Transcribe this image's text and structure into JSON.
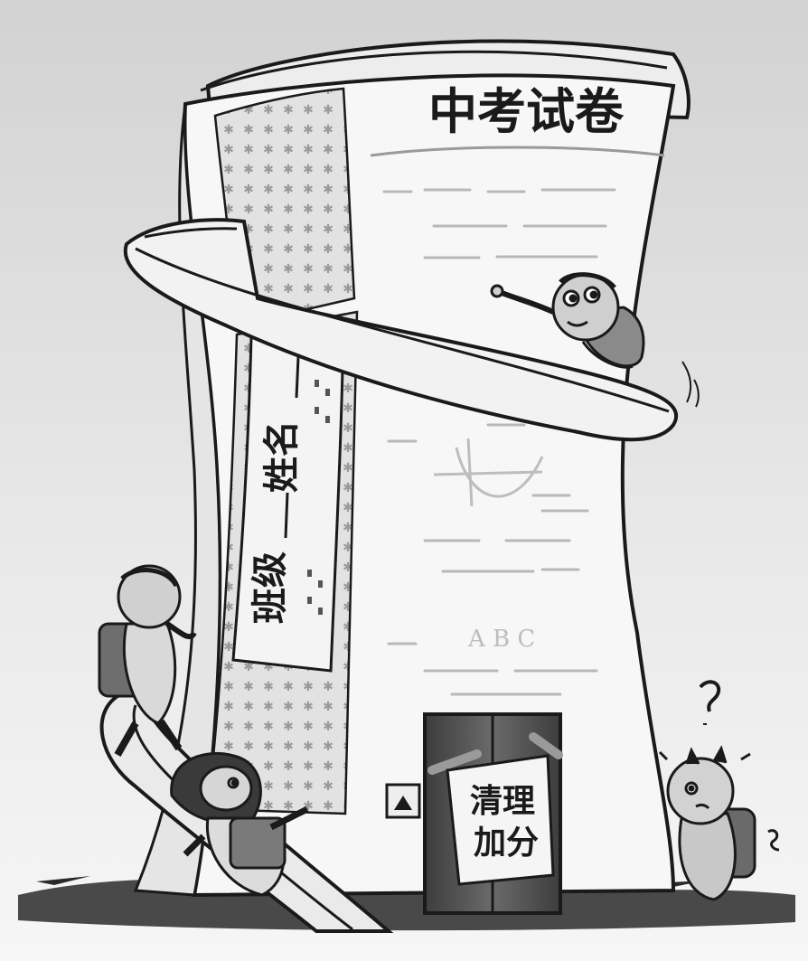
{
  "paper": {
    "title": "中考试卷",
    "name_label": "姓名",
    "class_label": "班级",
    "options_text": "A B C"
  },
  "door": {
    "notice_line1": "清理",
    "notice_line2": "加分"
  },
  "colors": {
    "ink": "#1a1a1a",
    "paper": "#f7f7f7",
    "shade": "#c9c9c9",
    "door": "#555555",
    "bg_top": "#d6d6d6",
    "bg_bottom": "#f4f4f4"
  }
}
